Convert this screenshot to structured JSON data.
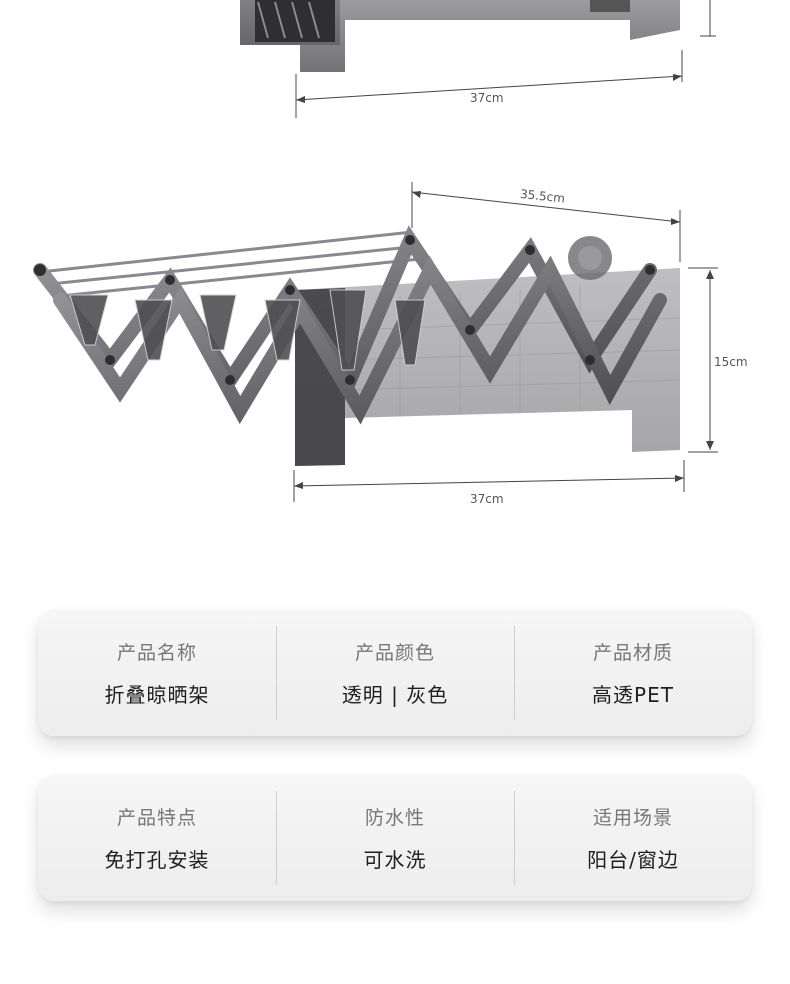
{
  "dimensions": {
    "top_width": "37cm",
    "depth": "35.5cm",
    "height": "15cm",
    "bottom_width": "37cm"
  },
  "spec_rows": [
    [
      {
        "label": "产品名称",
        "value": "折叠晾晒架"
      },
      {
        "label": "产品颜色",
        "value": "透明 | 灰色"
      },
      {
        "label": "产品材质",
        "value": "高透PET"
      }
    ],
    [
      {
        "label": "产品特点",
        "value": "免打孔安装"
      },
      {
        "label": "防水性",
        "value": "可水洗"
      },
      {
        "label": "适用场景",
        "value": "阳台/窗边"
      }
    ]
  ],
  "colors": {
    "rack_gray": "#6f6f73",
    "rack_dark": "#3d3d40",
    "card_bg": "#f1f1f1"
  }
}
